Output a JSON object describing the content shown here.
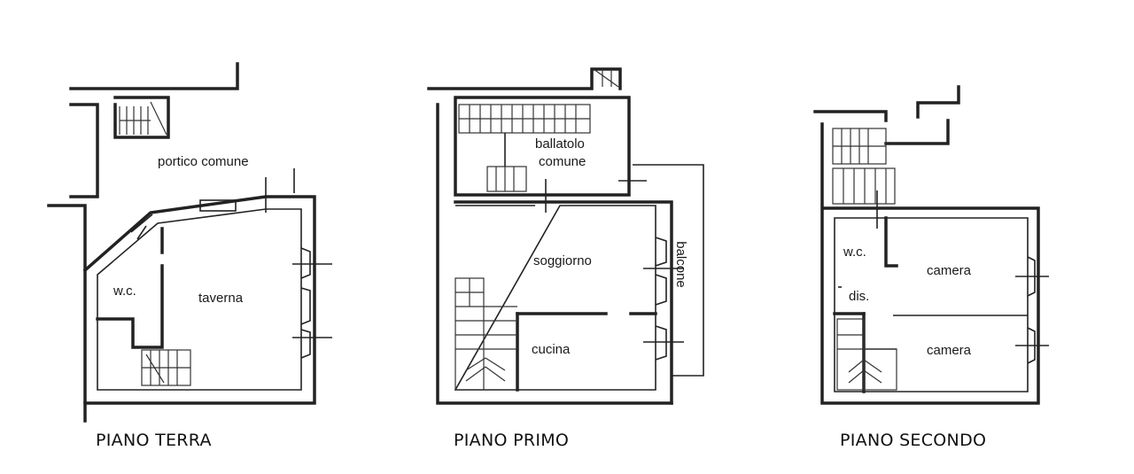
{
  "floors": [
    {
      "title": "PIANO TERRA",
      "rooms": {
        "portico": "portico comune",
        "wc": "w.c.",
        "taverna": "taverna"
      }
    },
    {
      "title": "PIANO PRIMO",
      "rooms": {
        "ballatolo_line1": "ballatolo",
        "ballatolo_line2": "comune",
        "soggiorno": "soggiorno",
        "cucina": "cucina",
        "balcone": "balcone"
      }
    },
    {
      "title": "PIANO SECONDO",
      "rooms": {
        "wc": "w.c.",
        "dis": "dis.",
        "camera_top": "camera",
        "camera_bottom": "camera"
      }
    }
  ]
}
